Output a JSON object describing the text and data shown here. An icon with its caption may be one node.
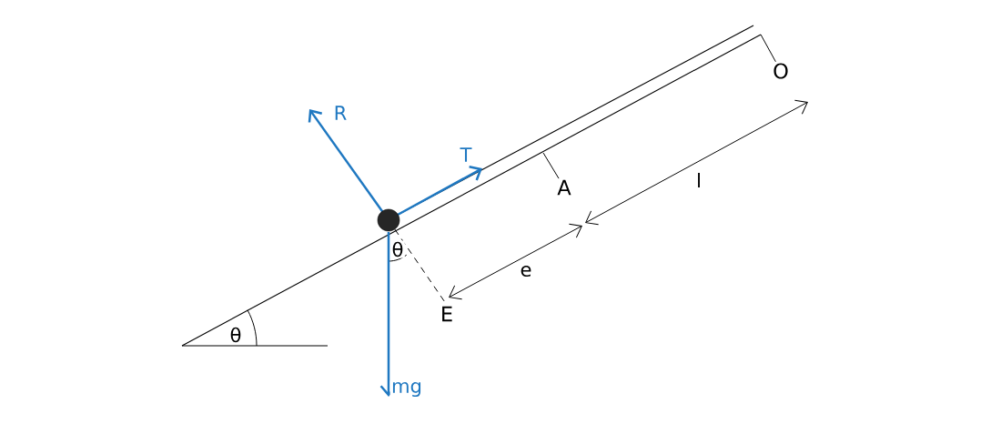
{
  "diagram": {
    "nodes": [
      {
        "text": [],
        "shape": "circle"
      },
      {
        "text": [
          "A"
        ]
      },
      {
        "text": [
          "O"
        ]
      },
      {
        "text": [
          "E"
        ]
      }
    ],
    "edges": [
      {
        "from": 0,
        "to": 3,
        "arrow": "none",
        "style": "dashed"
      },
      {
        "from": 1,
        "to": null,
        "arrow": "none"
      },
      {
        "from": 2,
        "to": null,
        "arrow": "none"
      }
    ],
    "labels": [
      "R",
      "T",
      "l",
      "θ",
      "e",
      "θ",
      "mg"
    ]
  }
}
